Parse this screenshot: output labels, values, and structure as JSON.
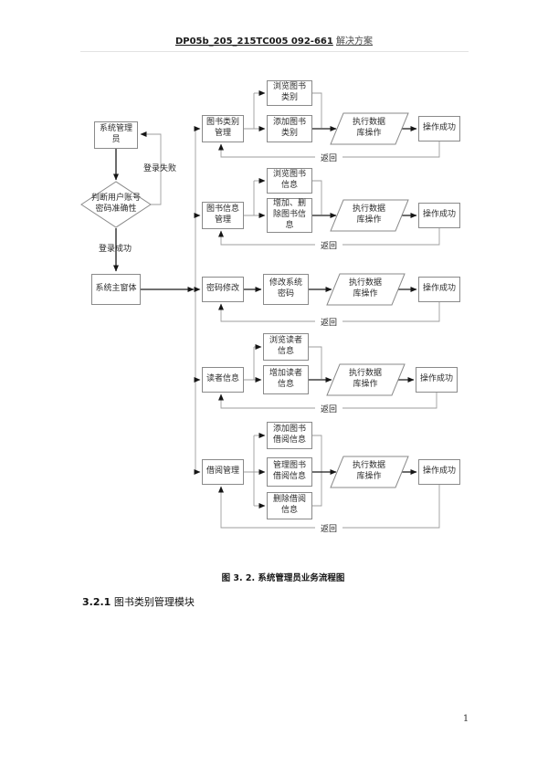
{
  "header": {
    "doc_code": "DP05b_205_215TC005 092-661",
    "doc_suffix": "解决方案"
  },
  "figure": {
    "caption": "图 3. 2. 系统管理员业务流程图",
    "admin_label": "系统管理员",
    "judge_label": "判断用户账号密码准确性",
    "login_fail_label": "登录失败",
    "login_success_label": "登录成功",
    "main_window_label": "系统主窗体",
    "return_label": "返回",
    "groups": [
      {
        "hub": "图书类别管理",
        "subs": [
          "浏览图书类别",
          "添加图书类别"
        ],
        "process": "执行数据库操作",
        "result": "操作成功"
      },
      {
        "hub": "图书信息管理",
        "subs": [
          "浏览图书信息",
          "增加、删除图书信息"
        ],
        "process": "执行数据库操作",
        "result": "操作成功"
      },
      {
        "hub": "密码修改",
        "subs": [
          "修改系统密码"
        ],
        "process": "执行数据库操作",
        "result": "操作成功"
      },
      {
        "hub": "读者信息",
        "subs": [
          "浏览读者信息",
          "增加读者信息"
        ],
        "process": "执行数据库操作",
        "result": "操作成功"
      },
      {
        "hub": "借阅管理",
        "subs": [
          "添加图书借阅信息",
          "管理图书借阅信息",
          "删除借阅信息"
        ],
        "process": "执行数据库操作",
        "result": "操作成功"
      }
    ]
  },
  "section": {
    "number": "3.2.1",
    "title": "图书类别管理模块"
  },
  "page_number": "1",
  "colors": {
    "box_border": "#8a8a8a",
    "connector": "#9e9e9e",
    "arrow": "#1c1c1c",
    "header_rule": "#e2e2e2"
  }
}
